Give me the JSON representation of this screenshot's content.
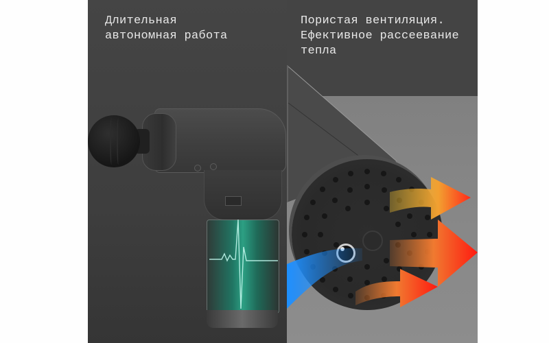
{
  "image": {
    "description": "Product feature image of a handheld massage gun with Russian captions",
    "layout": "two dark panels side by side on white background"
  },
  "panels": [
    {
      "id": "left",
      "caption_lines": [
        "Длительная",
        "автономная работа"
      ],
      "subject": "massage gun side view with transparent handle showing green battery and pulse line",
      "accent_color": "#2ba88a"
    },
    {
      "id": "right",
      "caption_lines": [
        "Пористая вентиляция.",
        "Ефективное рассеевание",
        "тепла"
      ],
      "subject": "rear vented cap of massage gun with airflow arrows",
      "airflow": {
        "intake_color": "#1e8fff",
        "exhaust_colors": [
          "#f2c230",
          "#f08030",
          "#ff2a1a"
        ],
        "exhaust_arrow_count": 3
      }
    }
  ],
  "captions": {
    "left": "Длительная\nавтономная работа",
    "right": "Пористая вентиляция.\nЕфективное рассеевание\nтепла"
  },
  "colors": {
    "background": "#ffffff",
    "left_panel": "#424242",
    "right_panel_top": "#444444",
    "right_panel_bottom": "#8a8a8a",
    "caption_text": "#e8e8e8"
  }
}
